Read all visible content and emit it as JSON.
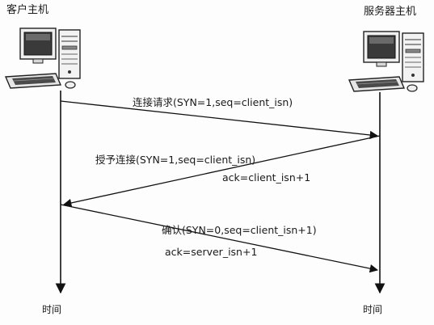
{
  "hosts": {
    "client": {
      "title": "客户主机",
      "time_label": "时间"
    },
    "server": {
      "title": "服务器主机",
      "time_label": "时间"
    }
  },
  "messages": [
    {
      "label": "连接请求(SYN=1,seq=client_isn)",
      "sub": "",
      "direction": "client-to-server"
    },
    {
      "label": "授予连接(SYN=1,seq=client_isn)",
      "sub": "ack=client_isn+1",
      "direction": "server-to-client"
    },
    {
      "label": "确认(SYN=0,seq=client_isn+1)",
      "sub": "ack=server_isn+1",
      "direction": "client-to-server"
    }
  ],
  "icons": {
    "computer": "desktop-computer-icon"
  }
}
